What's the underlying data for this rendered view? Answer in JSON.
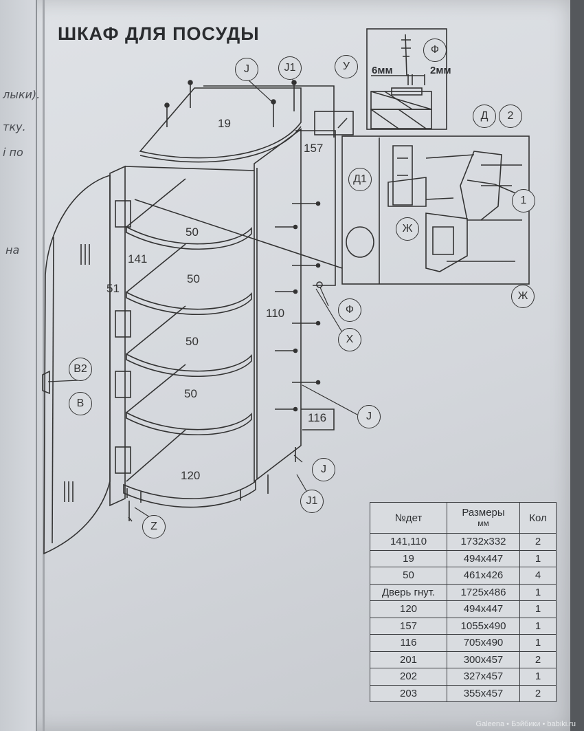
{
  "title": "ШКАФ ДЛЯ ПОСУДЫ",
  "left_page_text": [
    "лыки).",
    "тку.",
    "і по",
    "на"
  ],
  "panel_numbers": [
    "19",
    "157",
    "50",
    "141",
    "50",
    "51",
    "110",
    "50",
    "50",
    "116",
    "120"
  ],
  "callouts": [
    "J",
    "J1",
    "У",
    "Ф",
    "Д",
    "2",
    "Д1",
    "1",
    "Ж",
    "Ж",
    "Ф",
    "X",
    "J",
    "J",
    "J1",
    "B2",
    "B",
    "Z"
  ],
  "detail_dims": {
    "left": "6мм",
    "right": "2мм"
  },
  "table": {
    "headers": {
      "part": "№дет",
      "size": "Размеры",
      "size_unit": "мм",
      "qty": "Кол"
    },
    "rows": [
      {
        "part": "141,110",
        "size": "1732x332",
        "qty": "2"
      },
      {
        "part": "19",
        "size": "494x447",
        "qty": "1"
      },
      {
        "part": "50",
        "size": "461x426",
        "qty": "4"
      },
      {
        "part": "Дверь гнут.",
        "size": "1725x486",
        "qty": "1"
      },
      {
        "part": "120",
        "size": "494x447",
        "qty": "1"
      },
      {
        "part": "157",
        "size": "1055x490",
        "qty": "1"
      },
      {
        "part": "116",
        "size": "705x490",
        "qty": "1"
      },
      {
        "part": "201",
        "size": "300x457",
        "qty": "2"
      },
      {
        "part": "202",
        "size": "327x457",
        "qty": "1"
      },
      {
        "part": "203",
        "size": "355x457",
        "qty": "2"
      }
    ]
  },
  "watermark": "Galeena • Бэйбики • babiki.ru"
}
